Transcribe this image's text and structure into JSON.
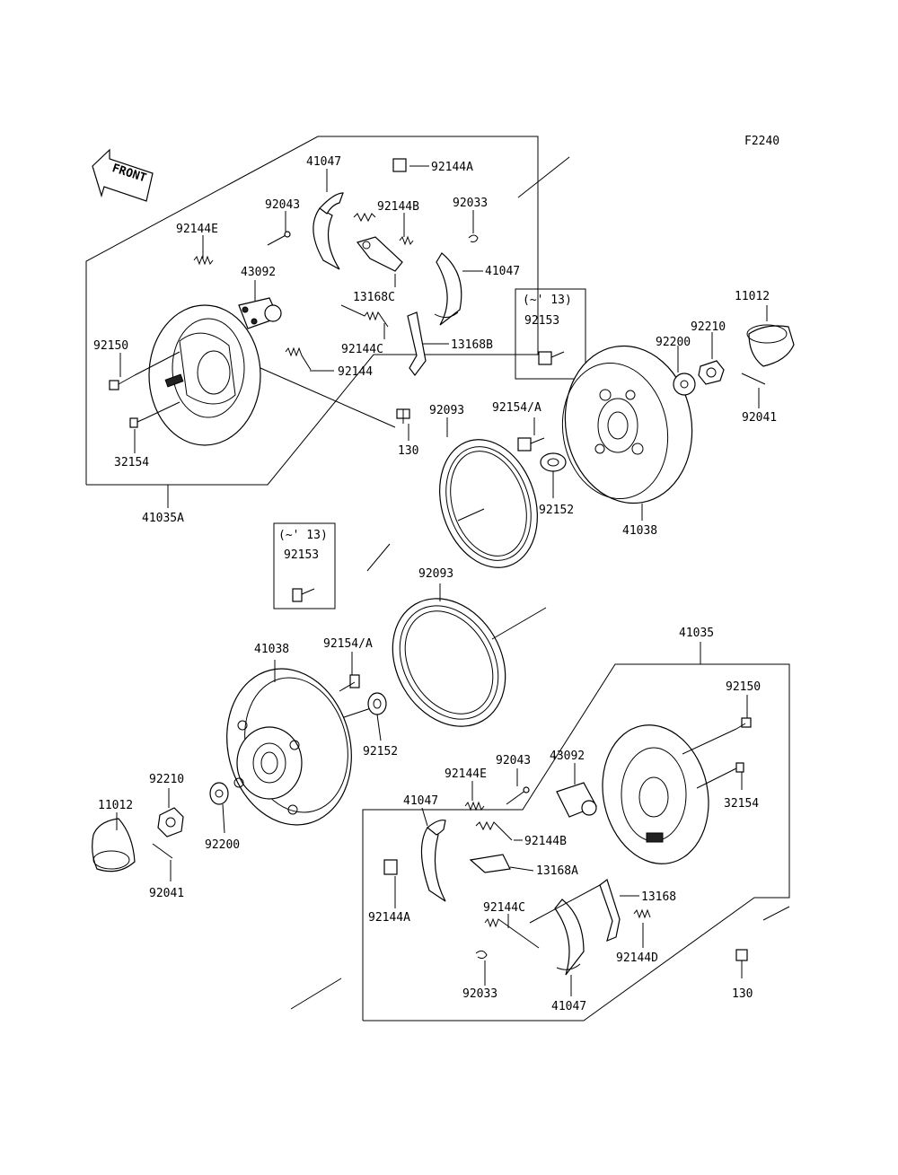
{
  "diagram": {
    "figure_code": "F2240",
    "front_label": "FRONT",
    "labels": {
      "upper_41047_a": "41047",
      "upper_92144A": "92144A",
      "upper_92043": "92043",
      "upper_92144B": "92144B",
      "upper_92033": "92033",
      "upper_92144E": "92144E",
      "upper_43092": "43092",
      "upper_41047_b": "41047",
      "upper_13168C": "13168C",
      "upper_92144C": "92144C",
      "upper_13168B": "13168B",
      "upper_92144": "92144",
      "upper_92150": "92150",
      "upper_32154": "32154",
      "upper_41035A": "41035A",
      "upper_130": "130",
      "upper_92093": "92093",
      "upper_note": "(~' 13)",
      "upper_92153": "92153",
      "upper_92154A": "92154/A",
      "upper_92152": "92152",
      "upper_41038": "41038",
      "upper_92200": "92200",
      "upper_92210": "92210",
      "upper_11012": "11012",
      "upper_92041": "92041",
      "mid_note": "(~' 13)",
      "mid_92153": "92153",
      "mid_92093": "92093",
      "lower_41038": "41038",
      "lower_92154A": "92154/A",
      "lower_92152": "92152",
      "lower_41035": "41035",
      "lower_92150": "92150",
      "lower_92043": "92043",
      "lower_43092": "43092",
      "lower_92144E": "92144E",
      "lower_41047_a": "41047",
      "lower_92144B": "92144B",
      "lower_13168A": "13168A",
      "lower_32154": "32154",
      "lower_92210": "92210",
      "lower_11012": "11012",
      "lower_92200": "92200",
      "lower_92041": "92041",
      "lower_92144A": "92144A",
      "lower_92144C": "92144C",
      "lower_13168": "13168",
      "lower_92144D": "92144D",
      "lower_92033": "92033",
      "lower_41047_b": "41047",
      "lower_130": "130"
    }
  }
}
